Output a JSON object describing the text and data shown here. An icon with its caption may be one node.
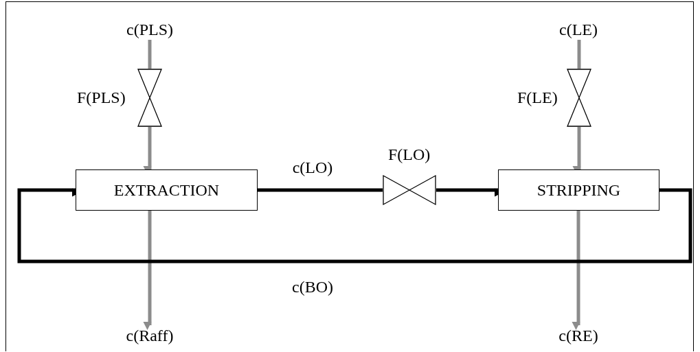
{
  "diagram": {
    "nodes": [
      {
        "text": [
          "c(PLS)"
        ]
      },
      {
        "text": [],
        "shape": "valve",
        "beside": [
          "F(PLS)"
        ]
      },
      {
        "text": [
          "EXTRACTION"
        ]
      },
      {
        "text": [
          "c(Raff)"
        ]
      },
      {
        "text": [
          "c(LE)"
        ]
      },
      {
        "text": [],
        "shape": "valve",
        "beside": [
          "F(LE)"
        ]
      },
      {
        "text": [
          "STRIPPING"
        ]
      },
      {
        "text": [
          "c(RE)"
        ]
      },
      {
        "text": [],
        "shape": "valve",
        "beside": [
          "F(LO)"
        ]
      }
    ],
    "edges": [
      {
        "from": 0,
        "to": 1,
        "arrow": "none"
      },
      {
        "from": 1,
        "to": 2,
        "arrow": "to"
      },
      {
        "from": 2,
        "to": 3,
        "arrow": "to"
      },
      {
        "from": 4,
        "to": 5,
        "arrow": "none"
      },
      {
        "from": 5,
        "to": 6,
        "arrow": "to"
      },
      {
        "from": 6,
        "to": 7,
        "arrow": "to"
      },
      {
        "from": 2,
        "to": 8,
        "arrow": "none",
        "label": "c(LO)",
        "color": "#000000"
      },
      {
        "from": 8,
        "to": 6,
        "arrow": "to",
        "color": "#000000"
      },
      {
        "from": 6,
        "to": 2,
        "arrow": "to",
        "label": "c(BO)",
        "color": "#000000"
      }
    ]
  }
}
